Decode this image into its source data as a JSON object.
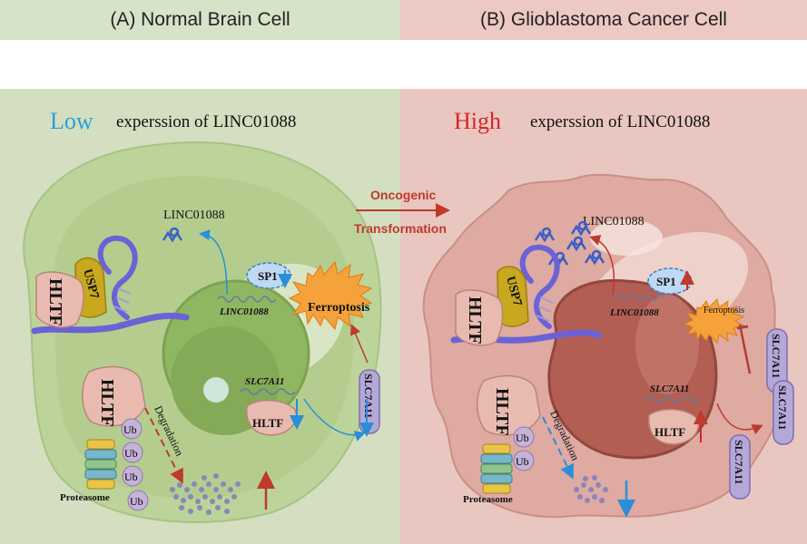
{
  "panels": {
    "left": {
      "title": "(A) Normal Brain Cell",
      "level": "Low",
      "expression": "experssion of LINC01088",
      "linc_label": "LINC01088",
      "linc_gene": "LINC01088",
      "sp1": "SP1",
      "ferroptosis": "Ferroptosis",
      "hltf": "HLTF",
      "usp7": "USP7",
      "slc_gene": "SLC7A11",
      "slc_protein": "SLC7A11",
      "degradation": "Degradation",
      "ub": "Ub",
      "proteasome": "Proteasome"
    },
    "right": {
      "title": "(B) Glioblastoma Cancer Cell",
      "level": "High",
      "expression": "experssion of LINC01088",
      "linc_label": "LINC01088",
      "linc_gene": "LINC01088",
      "sp1": "SP1",
      "ferroptosis": "Ferroptosis",
      "hltf": "HLTF",
      "usp7": "USP7",
      "slc_gene": "SLC7A11",
      "slc_protein": "SLC7A11",
      "degradation": "Degradation",
      "ub": "Ub",
      "proteasome": "Proteasome"
    }
  },
  "transition": {
    "line1": "Oncogenic",
    "line2": "Transformation"
  },
  "colors": {
    "low": "#2a9fd8",
    "high": "#d9232a",
    "arrow_red": "#c0392b",
    "arrow_blue": "#2a8fd8"
  }
}
